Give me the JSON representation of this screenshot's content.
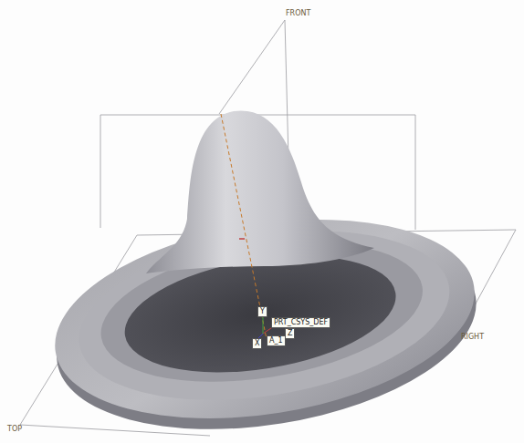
{
  "diagram": {
    "labels": [
      "FRONT",
      "TOP",
      "RIGHT",
      "Y",
      "PRT_CSYS_DEF",
      "Z",
      "A_1",
      "X"
    ]
  }
}
